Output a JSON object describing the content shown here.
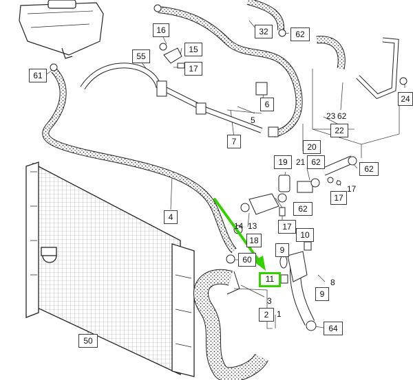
{
  "accent": {
    "highlight": "#35d000",
    "outline": "#3a3a3a"
  },
  "callouts": {
    "c16": "16",
    "c15": "15",
    "c17a": "17",
    "c55": "55",
    "c32": "32",
    "c62a": "62",
    "c61": "61",
    "c6": "6",
    "c5": "5",
    "c7": "7",
    "c23": "23",
    "c62b": "62",
    "c22": "22",
    "c24": "24",
    "c20": "20",
    "c19": "19",
    "c21": "21",
    "c62c": "62",
    "c62d": "62",
    "c17b": "17",
    "c17c": "17",
    "c62e": "62",
    "c4": "4",
    "c14": "14",
    "c13": "13",
    "c17d": "17",
    "c18": "18",
    "c10": "10",
    "c9a": "9",
    "c60": "60",
    "c11": "11",
    "c8": "8",
    "c9b": "9",
    "c3": "3",
    "c2": "2",
    "c1": "1",
    "c64": "64",
    "c50": "50"
  }
}
